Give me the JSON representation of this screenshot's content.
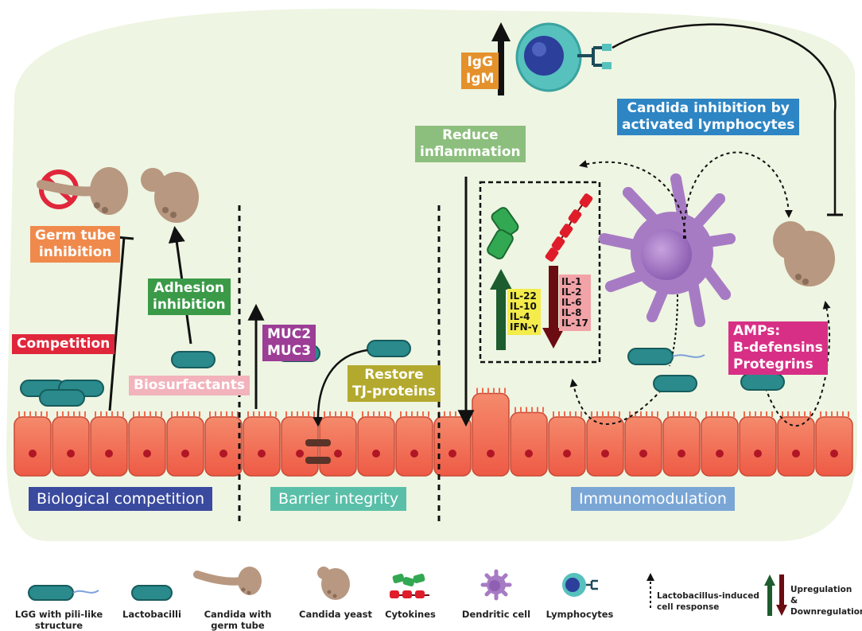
{
  "colors": {
    "background": "#eff5e3",
    "epithelium": "#f26a4f",
    "lactobacilli": "#2a8a8c",
    "candida": "#b89880",
    "dendritic_cell": "#a77bc4",
    "lymphocyte": "#56c1bd",
    "up_arrow": "#1d5c2e",
    "down_arrow": "#6b0c12"
  },
  "labels": {
    "germ_tube_inhibition": {
      "lines": [
        "Germ tube",
        "inhibition"
      ],
      "color": "#f08a4c"
    },
    "adhesion_inhibition": {
      "lines": [
        "Adhesion",
        "inhibition"
      ],
      "color": "#3a9a48"
    },
    "competition": {
      "lines": [
        "Competition"
      ],
      "color": "#e0263b"
    },
    "biosurfactants": {
      "lines": [
        "Biosurfactants"
      ],
      "color": "#f2b3bc"
    },
    "muc": {
      "lines": [
        "MUC2",
        "MUC3"
      ],
      "color": "#9c3d96"
    },
    "restore_tj": {
      "lines": [
        "Restore",
        "TJ-proteins"
      ],
      "color": "#b3a92e"
    },
    "reduce_inflammation": {
      "lines": [
        "Reduce",
        "inflammation"
      ],
      "color": "#8cbf7d"
    },
    "igg_igm": {
      "lines": [
        "IgG",
        "IgM"
      ],
      "color": "#e4912c"
    },
    "candida_inhibition_lymphocytes": {
      "lines": [
        "Candida inhibition by",
        "activated lymphocytes"
      ],
      "color": "#2d85c4"
    },
    "amps": {
      "lines": [
        "AMPs:",
        "B-defensins",
        "Protegrins"
      ],
      "color": "#d82f86"
    }
  },
  "sections": {
    "biological_competition": {
      "text": "Biological competition",
      "color": "#3a4a9e"
    },
    "barrier_integrity": {
      "text": "Barrier integrity",
      "color": "#5abfa8"
    },
    "immunomodulation": {
      "text": "Immunomodulation",
      "color": "#7aa6d6"
    }
  },
  "cytokines": {
    "upregulated": [
      "IL-22",
      "IL-10",
      "IL-4",
      "IFN-γ"
    ],
    "downregulated": [
      "IL-1",
      "IL-2",
      "IL-6",
      "IL-8",
      "IL-17"
    ],
    "up_color": "#f4ec4a",
    "down_color": "#f2a3a8"
  },
  "legend": {
    "lgg": [
      "LGG with pili-like",
      "structure"
    ],
    "lactobacilli": [
      "Lactobacilli"
    ],
    "candida_germ_tube": [
      "Candida with",
      "germ tube"
    ],
    "candida_yeast": [
      "Candida yeast"
    ],
    "cytokines": [
      "Cytokines"
    ],
    "dendritic_cell": [
      "Dendritic cell"
    ],
    "lymphocytes": [
      "Lymphocytes"
    ],
    "lacto_response": [
      "Lactobacillus-induced",
      "cell response"
    ],
    "regulation": [
      "Upregulation &",
      "Downregulation"
    ]
  }
}
